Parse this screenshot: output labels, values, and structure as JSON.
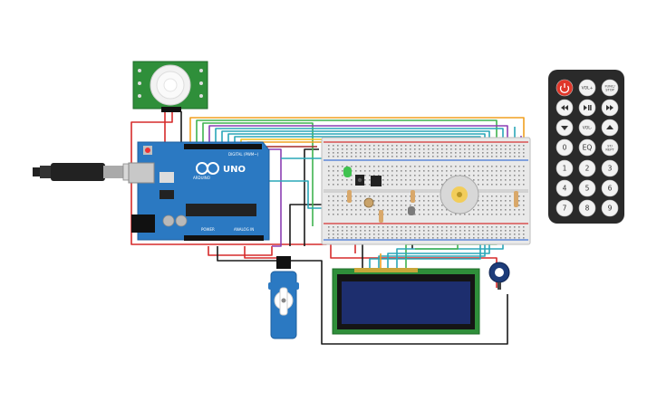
{
  "arduino": {
    "brand": "UNO",
    "sub": "ARDUINO",
    "digital_label": "DIGITAL (PWM~)",
    "power_label": "POWER",
    "analog_label": "ANALOG IN"
  },
  "remote": {
    "buttons": [
      "",
      "VOL+",
      "FUNC/ STOP",
      "",
      "",
      "",
      "",
      "VOL-",
      "",
      "0",
      "EQ",
      "ST/ REPT",
      "1",
      "2",
      "3",
      "4",
      "5",
      "6",
      "7",
      "8",
      "9"
    ]
  },
  "pir_sensor": {
    "label_left": "",
    "label_right": ""
  },
  "colors": {
    "board": "#2b79c2",
    "breadboard": "#e9e9e9",
    "remote_body": "#2a2a2a",
    "lcd_pcb": "#2f8f3a",
    "lcd_screen": "#1d2e6e",
    "wire_red": "#d62b2b",
    "wire_black": "#1a1a1a"
  }
}
